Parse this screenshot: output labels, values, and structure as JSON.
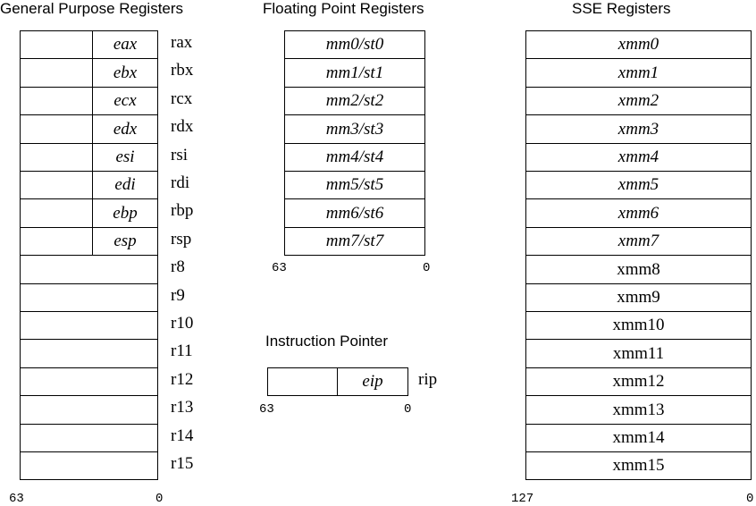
{
  "gpr": {
    "title": "General Purpose Registers",
    "rows": [
      {
        "low": "eax",
        "name": "rax"
      },
      {
        "low": "ebx",
        "name": "rbx"
      },
      {
        "low": "ecx",
        "name": "rcx"
      },
      {
        "low": "edx",
        "name": "rdx"
      },
      {
        "low": "esi",
        "name": "rsi"
      },
      {
        "low": "edi",
        "name": "rdi"
      },
      {
        "low": "ebp",
        "name": "rbp"
      },
      {
        "low": "esp",
        "name": "rsp"
      },
      {
        "low": "",
        "name": "r8"
      },
      {
        "low": "",
        "name": "r9"
      },
      {
        "low": "",
        "name": "r10"
      },
      {
        "low": "",
        "name": "r11"
      },
      {
        "low": "",
        "name": "r12"
      },
      {
        "low": "",
        "name": "r13"
      },
      {
        "low": "",
        "name": "r14"
      },
      {
        "low": "",
        "name": "r15"
      }
    ],
    "bit_high": "63",
    "bit_low": "0"
  },
  "fpr": {
    "title": "Floating Point Registers",
    "rows": [
      "mm0/st0",
      "mm1/st1",
      "mm2/st2",
      "mm3/st3",
      "mm4/st4",
      "mm5/st5",
      "mm6/st6",
      "mm7/st7"
    ],
    "bit_high": "63",
    "bit_low": "0"
  },
  "ip": {
    "title": "Instruction Pointer",
    "low": "eip",
    "name": "rip",
    "bit_high": "63",
    "bit_low": "0"
  },
  "sse": {
    "title": "SSE Registers",
    "rows": [
      {
        "label": "xmm0",
        "italic": true
      },
      {
        "label": "xmm1",
        "italic": true
      },
      {
        "label": "xmm2",
        "italic": true
      },
      {
        "label": "xmm3",
        "italic": true
      },
      {
        "label": "xmm4",
        "italic": true
      },
      {
        "label": "xmm5",
        "italic": true
      },
      {
        "label": "xmm6",
        "italic": true
      },
      {
        "label": "xmm7",
        "italic": true
      },
      {
        "label": "xmm8",
        "italic": false
      },
      {
        "label": "xmm9",
        "italic": false
      },
      {
        "label": "xmm10",
        "italic": false
      },
      {
        "label": "xmm11",
        "italic": false
      },
      {
        "label": "xmm12",
        "italic": false
      },
      {
        "label": "xmm13",
        "italic": false
      },
      {
        "label": "xmm14",
        "italic": false
      },
      {
        "label": "xmm15",
        "italic": false
      }
    ],
    "bit_high": "127",
    "bit_low": "0"
  }
}
